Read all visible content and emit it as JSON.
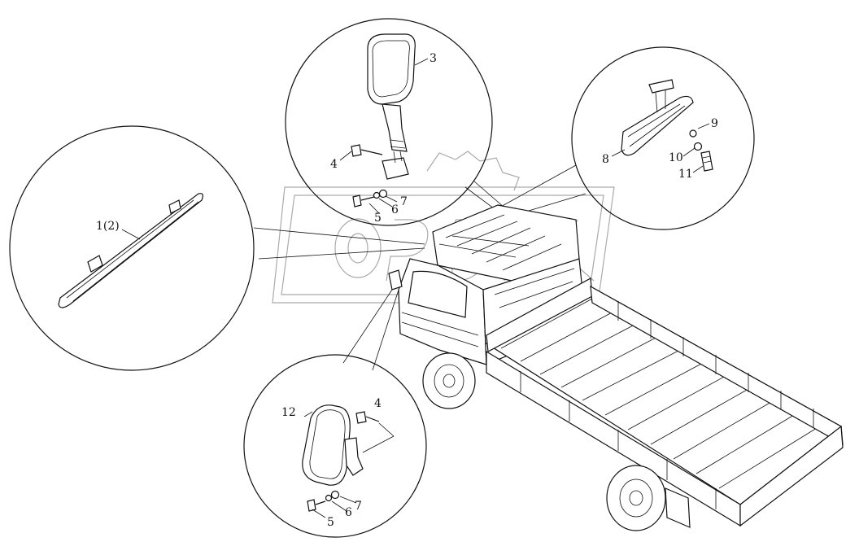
{
  "callouts": {
    "p3": "3",
    "p4_top": "4",
    "p5_top": "5",
    "p6_top": "6",
    "p7_top": "7",
    "p8": "8",
    "p9": "9",
    "p10": "10",
    "p11": "11",
    "p1_2": "1(2)",
    "p12": "12",
    "p4_bot": "4",
    "p5_bot": "5",
    "p6_bot": "6",
    "p7_bot": "7"
  },
  "icons": {
    "watermark": "gear-logo-watermark"
  }
}
